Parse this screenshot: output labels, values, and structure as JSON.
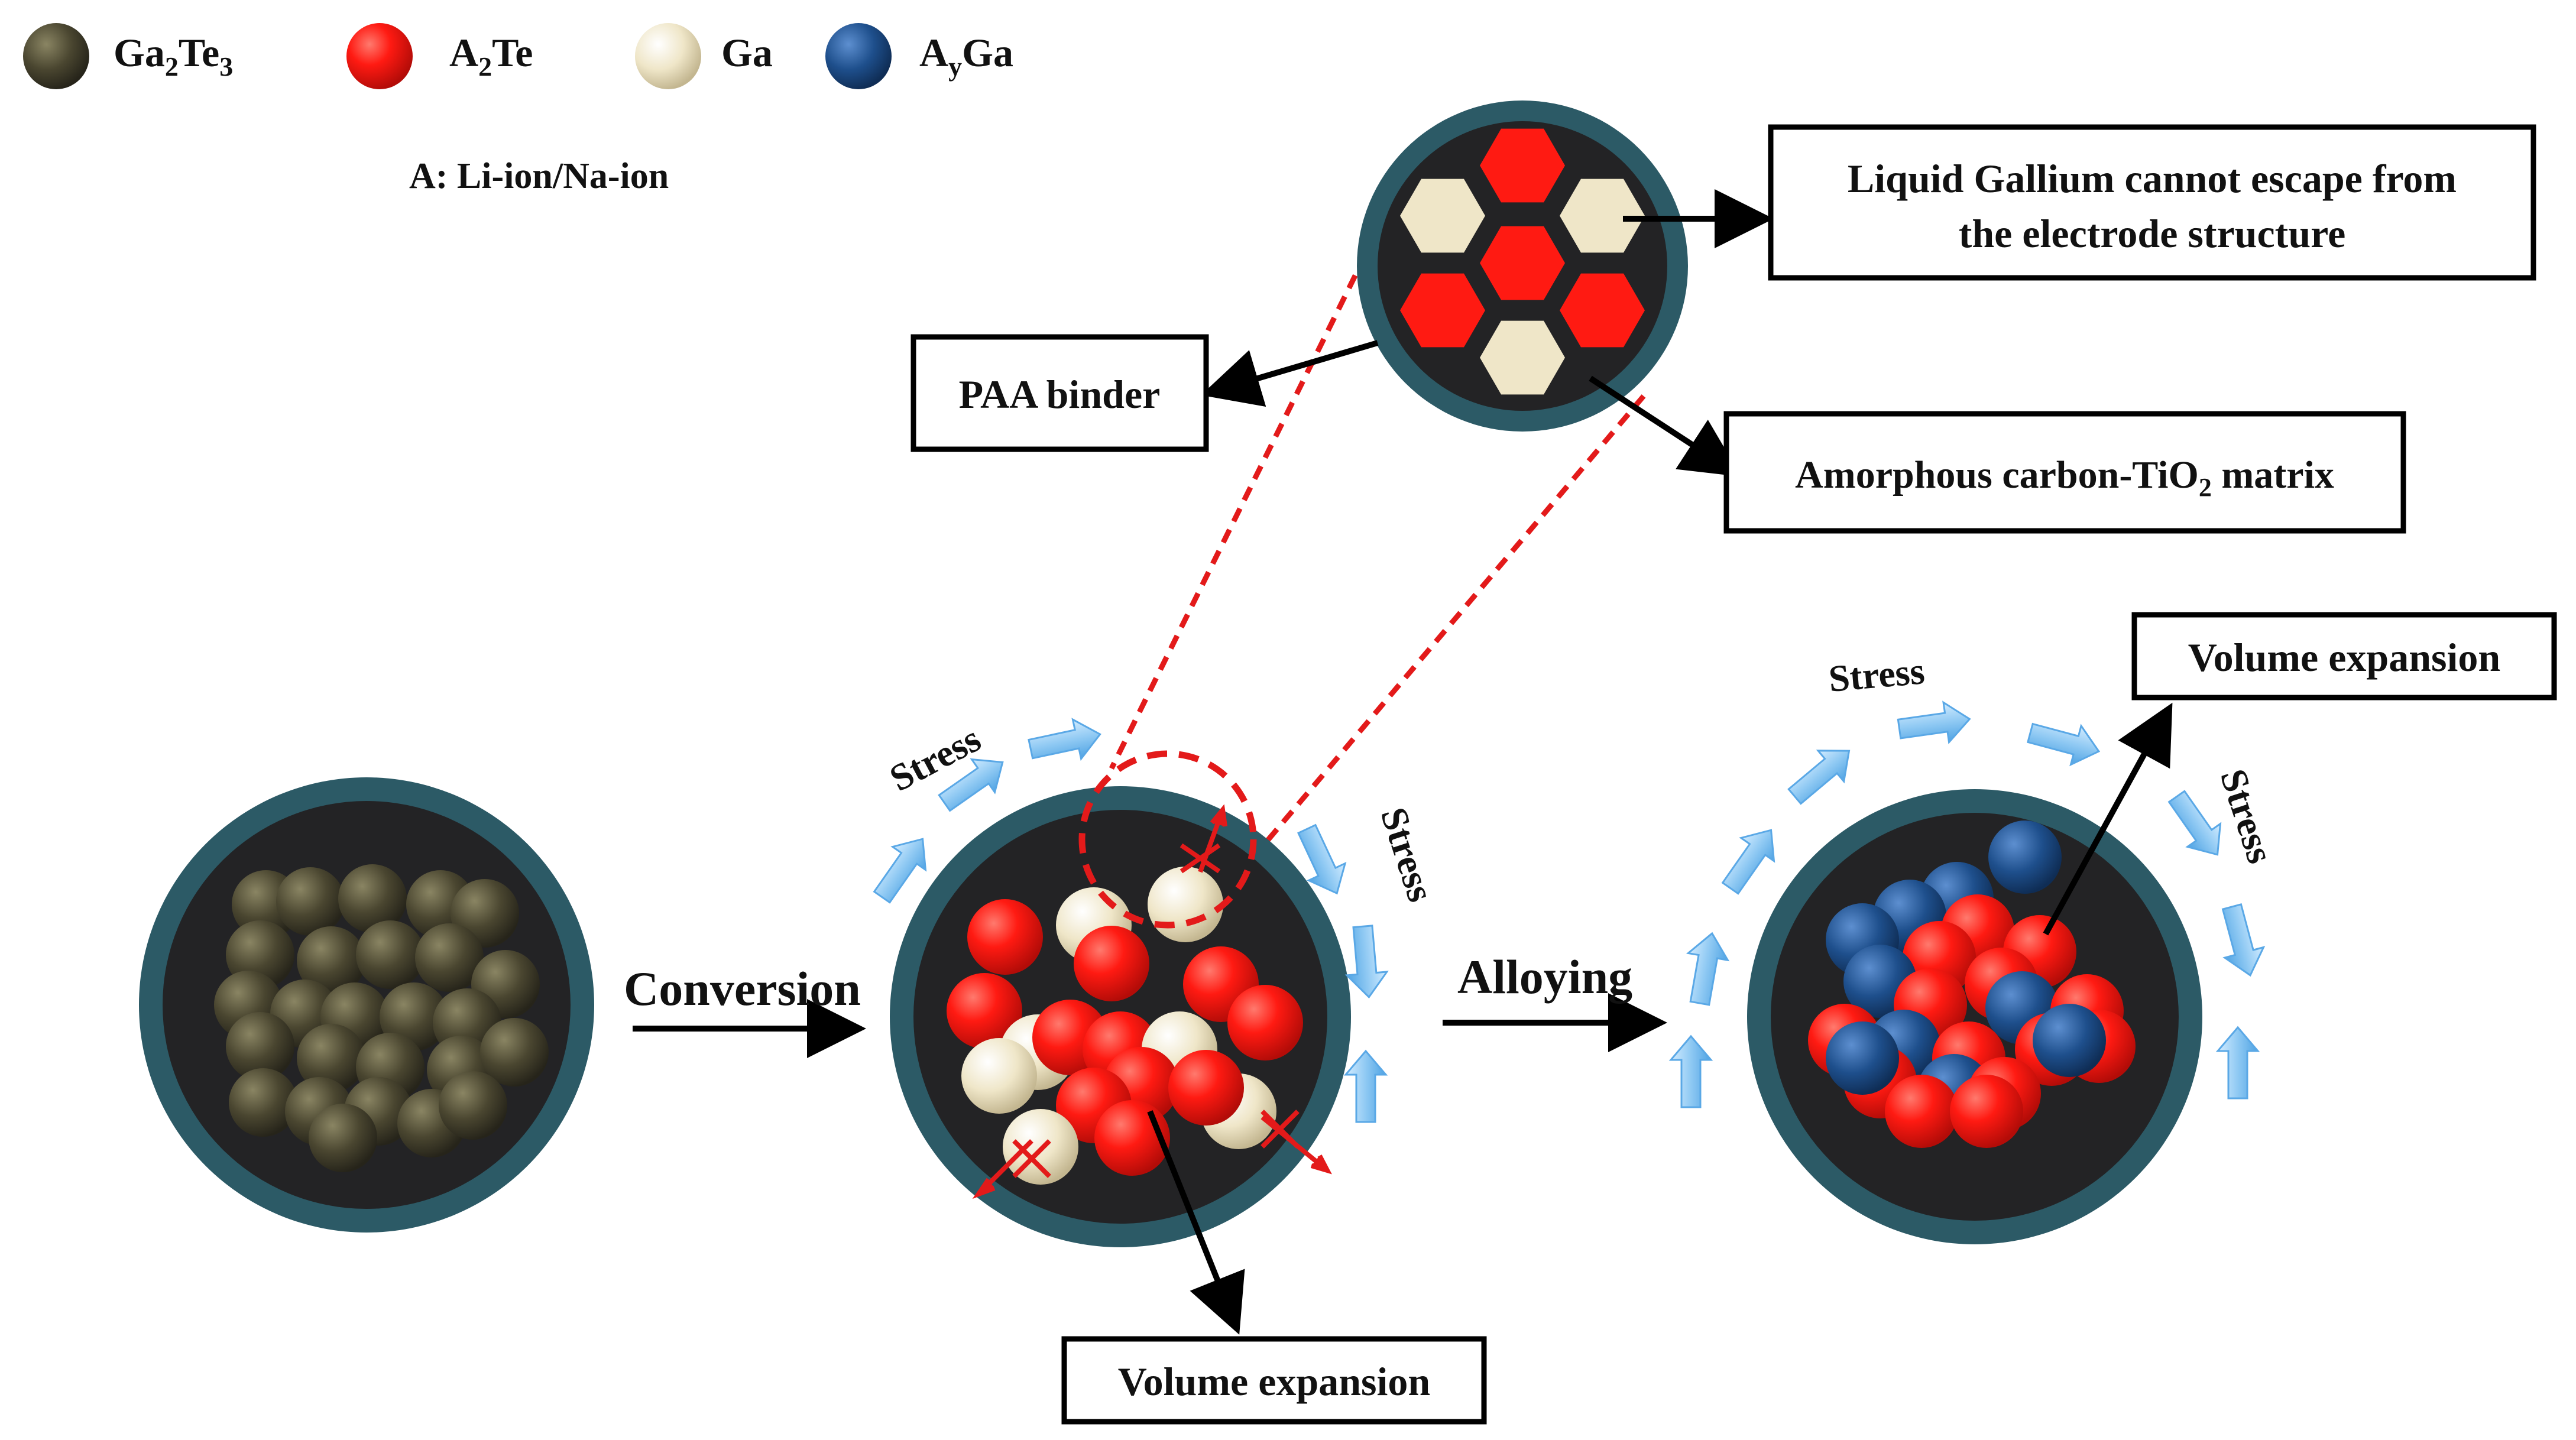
{
  "legend": {
    "items": [
      {
        "name": "Ga2Te3",
        "base": "Ga",
        "sub1": "2",
        "mid": "Te",
        "sub2": "3",
        "tail": "",
        "color": "#4a4630"
      },
      {
        "name": "A2Te",
        "base": "A",
        "sub1": "2",
        "mid": "Te",
        "sub2": "",
        "tail": "",
        "color": "#ff1a12"
      },
      {
        "name": "Ga",
        "base": "Ga",
        "sub1": "",
        "mid": "",
        "sub2": "",
        "tail": "",
        "color": "#efe6c8"
      },
      {
        "name": "AyGa",
        "base": "A",
        "sub1": "y",
        "mid": "Ga",
        "sub2": "",
        "tail": "",
        "color": "#1e4f8c"
      }
    ],
    "note": "A: Li-ion/Na-ion"
  },
  "labels": {
    "conversion": "Conversion",
    "alloying": "Alloying",
    "stress": "Stress"
  },
  "boxes": {
    "liquid_line1": "Liquid Gallium cannot escape from",
    "liquid_line2": "the electrode structure",
    "paa": "PAA binder",
    "matrix_main": "Amorphous carbon-TiO",
    "matrix_sub": "2",
    "matrix_tail": " matrix",
    "volume_top": "Volume expansion",
    "volume_bottom": "Volume expansion"
  },
  "colors": {
    "ring": "#2c5a66",
    "core": "#232325",
    "stress_arrow": "#8fc9f3",
    "guide_line": "#e31a1a",
    "a2te": "#ff1a12",
    "ga": "#efe6c8",
    "ayga": "#1e4f8c",
    "ga2te3": "#4a4630"
  }
}
